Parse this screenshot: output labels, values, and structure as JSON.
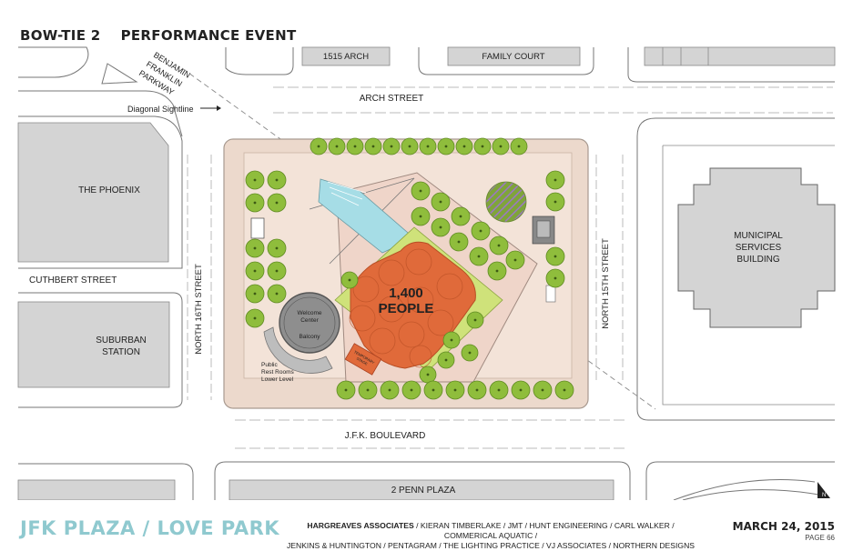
{
  "header": {
    "title": "BOW-TIE 2    PERFORMANCE EVENT"
  },
  "plan": {
    "labels": {
      "building_1515_arch": "1515 ARCH",
      "family_court": "FAMILY COURT",
      "parkway_line1": "BENJAMIN",
      "parkway_line2": "FRANKLIN",
      "parkway_line3": "PARKWAY",
      "arch_street": "ARCH STREET",
      "diagonal_sightline": "Diagonal Sightline",
      "the_phoenix": "THE PHOENIX",
      "cuthbert_street": "CUTHBERT STREET",
      "suburban_station_line1": "SUBURBAN",
      "suburban_station_line2": "STATION",
      "north_16th_street": "NORTH 16TH STREET",
      "north_15th_street": "NORTH 15TH STREET",
      "municipal_line1": "MUNICIPAL",
      "municipal_line2": "SERVICES",
      "municipal_line3": "BUILDING",
      "jfk_boulevard": "J.F.K. BOULEVARD",
      "two_penn_plaza": "2 PENN PLAZA",
      "crowd_count": "1,400",
      "crowd_word": "PEOPLE",
      "welcome_center_line1": "Welcome",
      "welcome_center_line2": "Center",
      "balcony": "Balcony",
      "restrooms_line1": "Public",
      "restrooms_line2": "Rest Rooms",
      "restrooms_line3": "Lower Level",
      "stage_line1": "TEMPORARY",
      "stage_line2": "STAGE",
      "north_arrow": "N"
    },
    "colors": {
      "plaza": "#ecd9cc",
      "plaza_edge": "#a89a90",
      "lawn": "#cfe27a",
      "crowd": "#e06a3a",
      "tree": "#8fbd3c",
      "fountain": "#a6dde6",
      "building": "#d4d4d4",
      "welcome_center": "#8e8e8e"
    }
  },
  "footer": {
    "project": "JFK PLAZA / LOVE PARK",
    "lead_firm": "HARGREAVES ASSOCIATES",
    "credits_line1": "/ KIERAN TIMBERLAKE / JMT / HUNT ENGINEERING / CARL WALKER / COMMERICAL AQUATIC /",
    "credits_line2": "JENKINS & HUNTINGTON / PENTAGRAM / THE LIGHTING PRACTICE / VJ ASSOCIATES / NORTHERN DESIGNS",
    "date": "MARCH 24, 2015",
    "page": "PAGE 66"
  }
}
